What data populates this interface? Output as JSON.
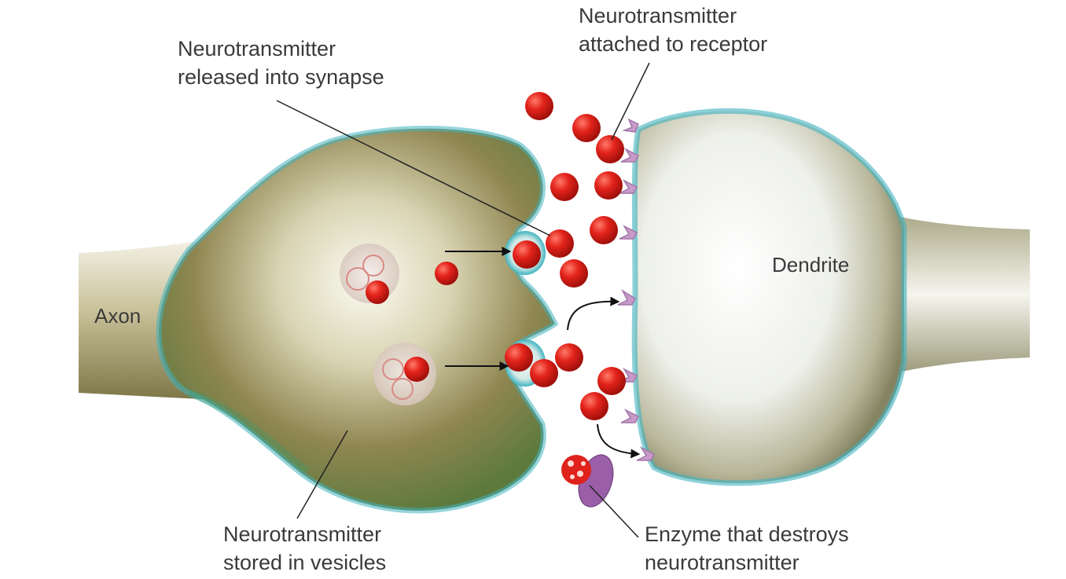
{
  "labels": {
    "released": [
      "Neurotransmitter",
      "released into synapse"
    ],
    "attached": [
      "Neurotransmitter",
      "attached to receptor"
    ],
    "stored": [
      "Neurotransmitter",
      "stored in vesicles"
    ],
    "enzyme": [
      "Enzyme that destroys",
      "neurotransmitter"
    ],
    "axon": "Axon",
    "dendrite": "Dendrite"
  },
  "colors": {
    "neurotransmitter": "#e0221c",
    "membrane": "#3fb3bf",
    "axon_body": "#9a8f56",
    "dendrite_body": "#eef0ea",
    "receptor": "#c79ac9",
    "enzyme": "#9a5fa8"
  }
}
